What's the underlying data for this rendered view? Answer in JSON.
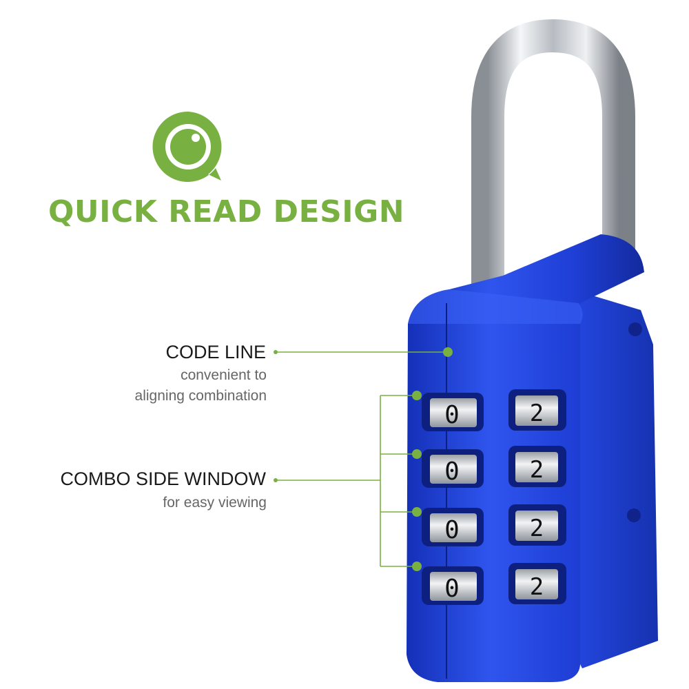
{
  "headline": "QUICK READ DESIGN",
  "callouts": {
    "code_line": {
      "title": "CODE LINE",
      "desc_line1": "convenient to",
      "desc_line2": "aligning combination"
    },
    "combo_window": {
      "title": "COMBO SIDE WINDOW",
      "desc": "for easy viewing"
    }
  },
  "lock": {
    "front_digits": [
      "0",
      "0",
      "0",
      "0"
    ],
    "side_digits": [
      "2",
      "2",
      "2",
      "2"
    ],
    "body_color": "#1f3fd6",
    "accent_color": "#78b141"
  },
  "icons": {
    "logo": "eye-circle-icon"
  }
}
